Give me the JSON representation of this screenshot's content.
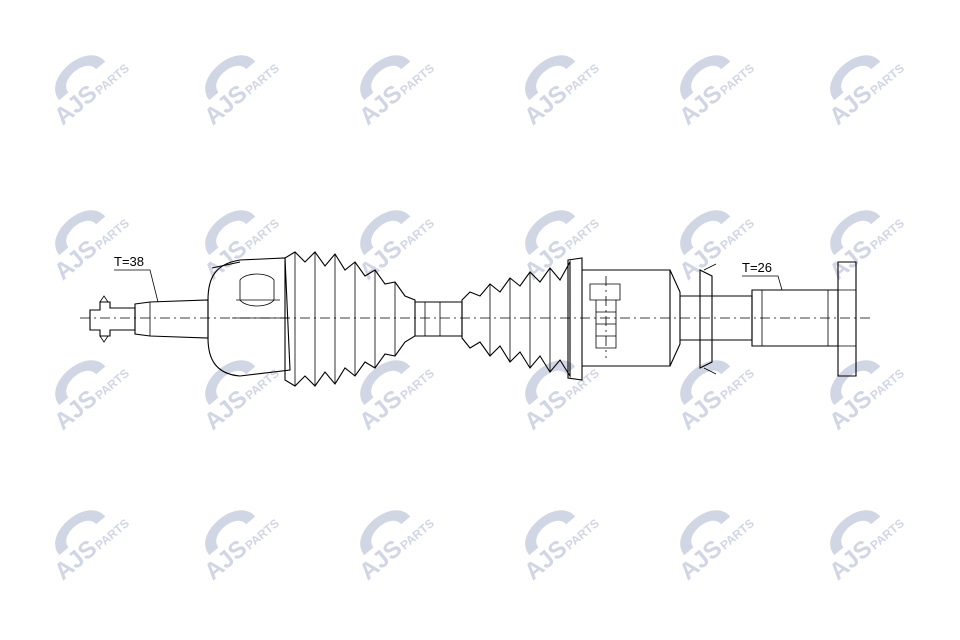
{
  "watermark": {
    "brand": "AJS",
    "suffix": "PARTS",
    "color": "#c9cfe0",
    "cols": [
      90,
      240,
      395,
      560,
      715,
      865
    ],
    "rows": [
      90,
      245,
      395,
      545
    ]
  },
  "labels": {
    "left_spline": "T=38",
    "right_spline": "T=26"
  },
  "colors": {
    "line": "#000000",
    "background": "#ffffff"
  }
}
